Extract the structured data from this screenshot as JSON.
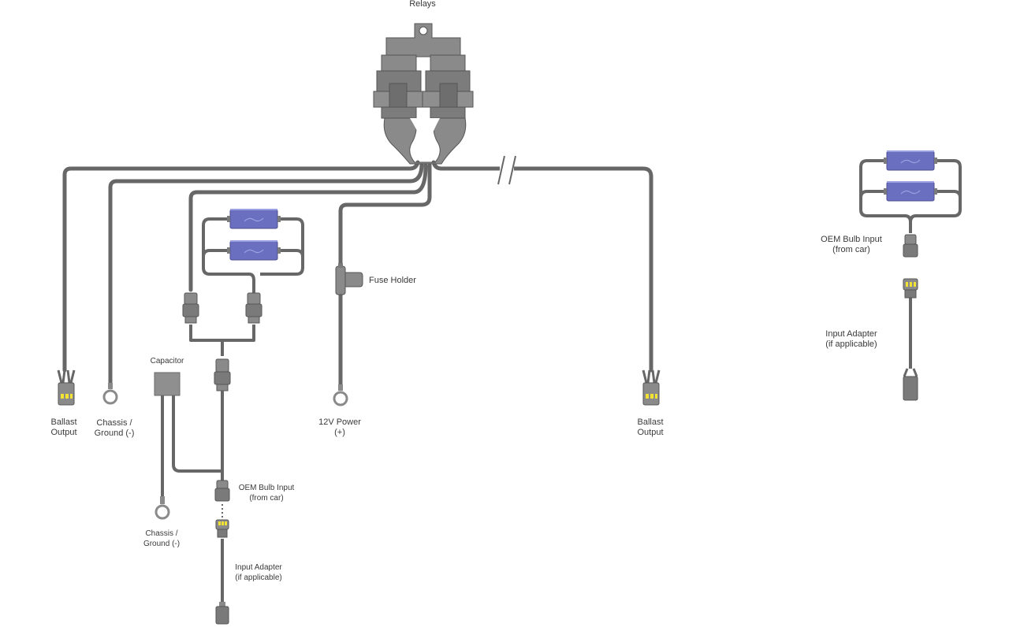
{
  "labels": {
    "relays": "Relays",
    "fuse_holder": "Fuse Holder",
    "capacitor": "Capacitor",
    "ballast_output_left": [
      "Ballast",
      "Output"
    ],
    "chassis_ground_top": [
      "Chassis /",
      "Ground (-)"
    ],
    "power_12v": [
      "12V Power",
      "(+)"
    ],
    "ballast_output_right": [
      "Ballast",
      "Output"
    ],
    "oem_bulb_input_center": [
      "OEM Bulb Input",
      "(from car)"
    ],
    "chassis_ground_bottom": [
      "Chassis /",
      "Ground (-)"
    ],
    "input_adapter_center": [
      "Input Adapter",
      "(if applicable)"
    ],
    "oem_bulb_input_right": [
      "OEM Bulb Input",
      "(from car)"
    ],
    "input_adapter_right": [
      "Input Adapter",
      "(if applicable)"
    ]
  },
  "colors": {
    "wire": "#676767",
    "wire_edge": "#4f4f4f",
    "component": "#8a8a8a",
    "component_dark": "#6a6a6a",
    "resistor": "#6b6fbf",
    "resistor_light": "#8c90d8",
    "pin": "#f2e233",
    "text": "#3a3a3a"
  },
  "icons": {
    "relay": "relay-block-icon",
    "resistor": "load-resistor-icon",
    "connector": "connector-plug-icon",
    "ring_terminal": "ring-terminal-icon",
    "fuse": "fuse-holder-icon",
    "capacitor": "capacitor-box-icon"
  }
}
